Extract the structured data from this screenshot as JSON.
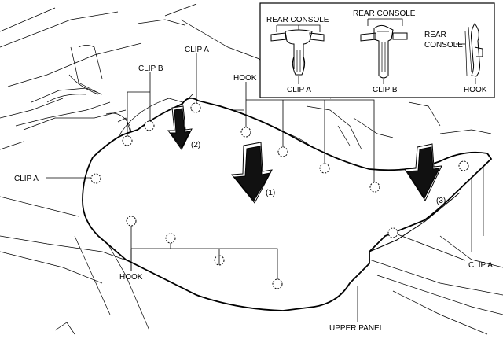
{
  "inset": {
    "clip_a": {
      "top_label": "REAR CONSOLE",
      "bottom_label": "CLIP A"
    },
    "clip_b": {
      "top_label": "REAR CONSOLE",
      "bottom_label": "CLIP B"
    },
    "hook": {
      "top_label_line1": "REAR",
      "top_label_line2": "CONSOLE",
      "bottom_label": "HOOK"
    }
  },
  "callouts": {
    "clip_b": "CLIP B",
    "clip_a_top": "CLIP A",
    "hook_top": "HOOK",
    "clip_a_left": "CLIP A",
    "clip_a_right": "CLIP A",
    "hook_bottom": "HOOK",
    "upper_panel": "UPPER PANEL"
  },
  "steps": {
    "step1": "(1)",
    "step2": "(2)",
    "step3": "(3)"
  }
}
